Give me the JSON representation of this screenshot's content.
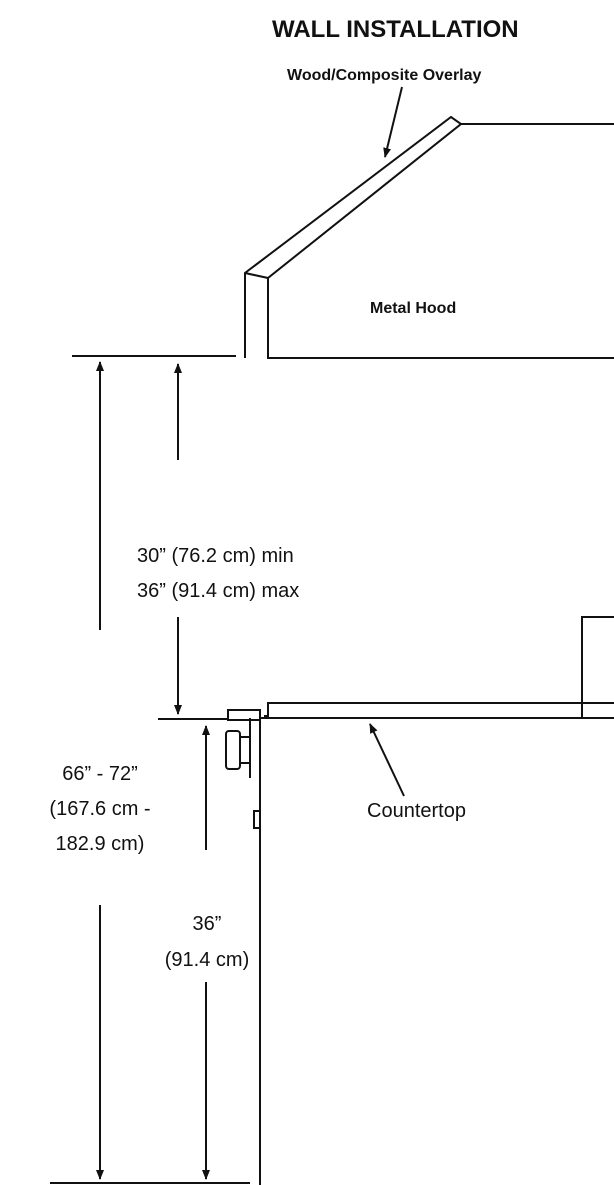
{
  "title": "WALL INSTALLATION",
  "labels": {
    "overlay": "Wood/Composite Overlay",
    "hood": "Metal Hood",
    "countertop": "Countertop"
  },
  "dimensions": {
    "hood_clearance": {
      "line1": "30” (76.2 cm) min",
      "line2": "36” (91.4 cm) max"
    },
    "total_height": {
      "line1": "66” - 72”",
      "line2": "(167.6 cm -",
      "line3": "182.9 cm)"
    },
    "counter_height": {
      "line1": "36”",
      "line2": "(91.4 cm)"
    }
  },
  "colors": {
    "ink": "#111111",
    "background": "#ffffff"
  }
}
